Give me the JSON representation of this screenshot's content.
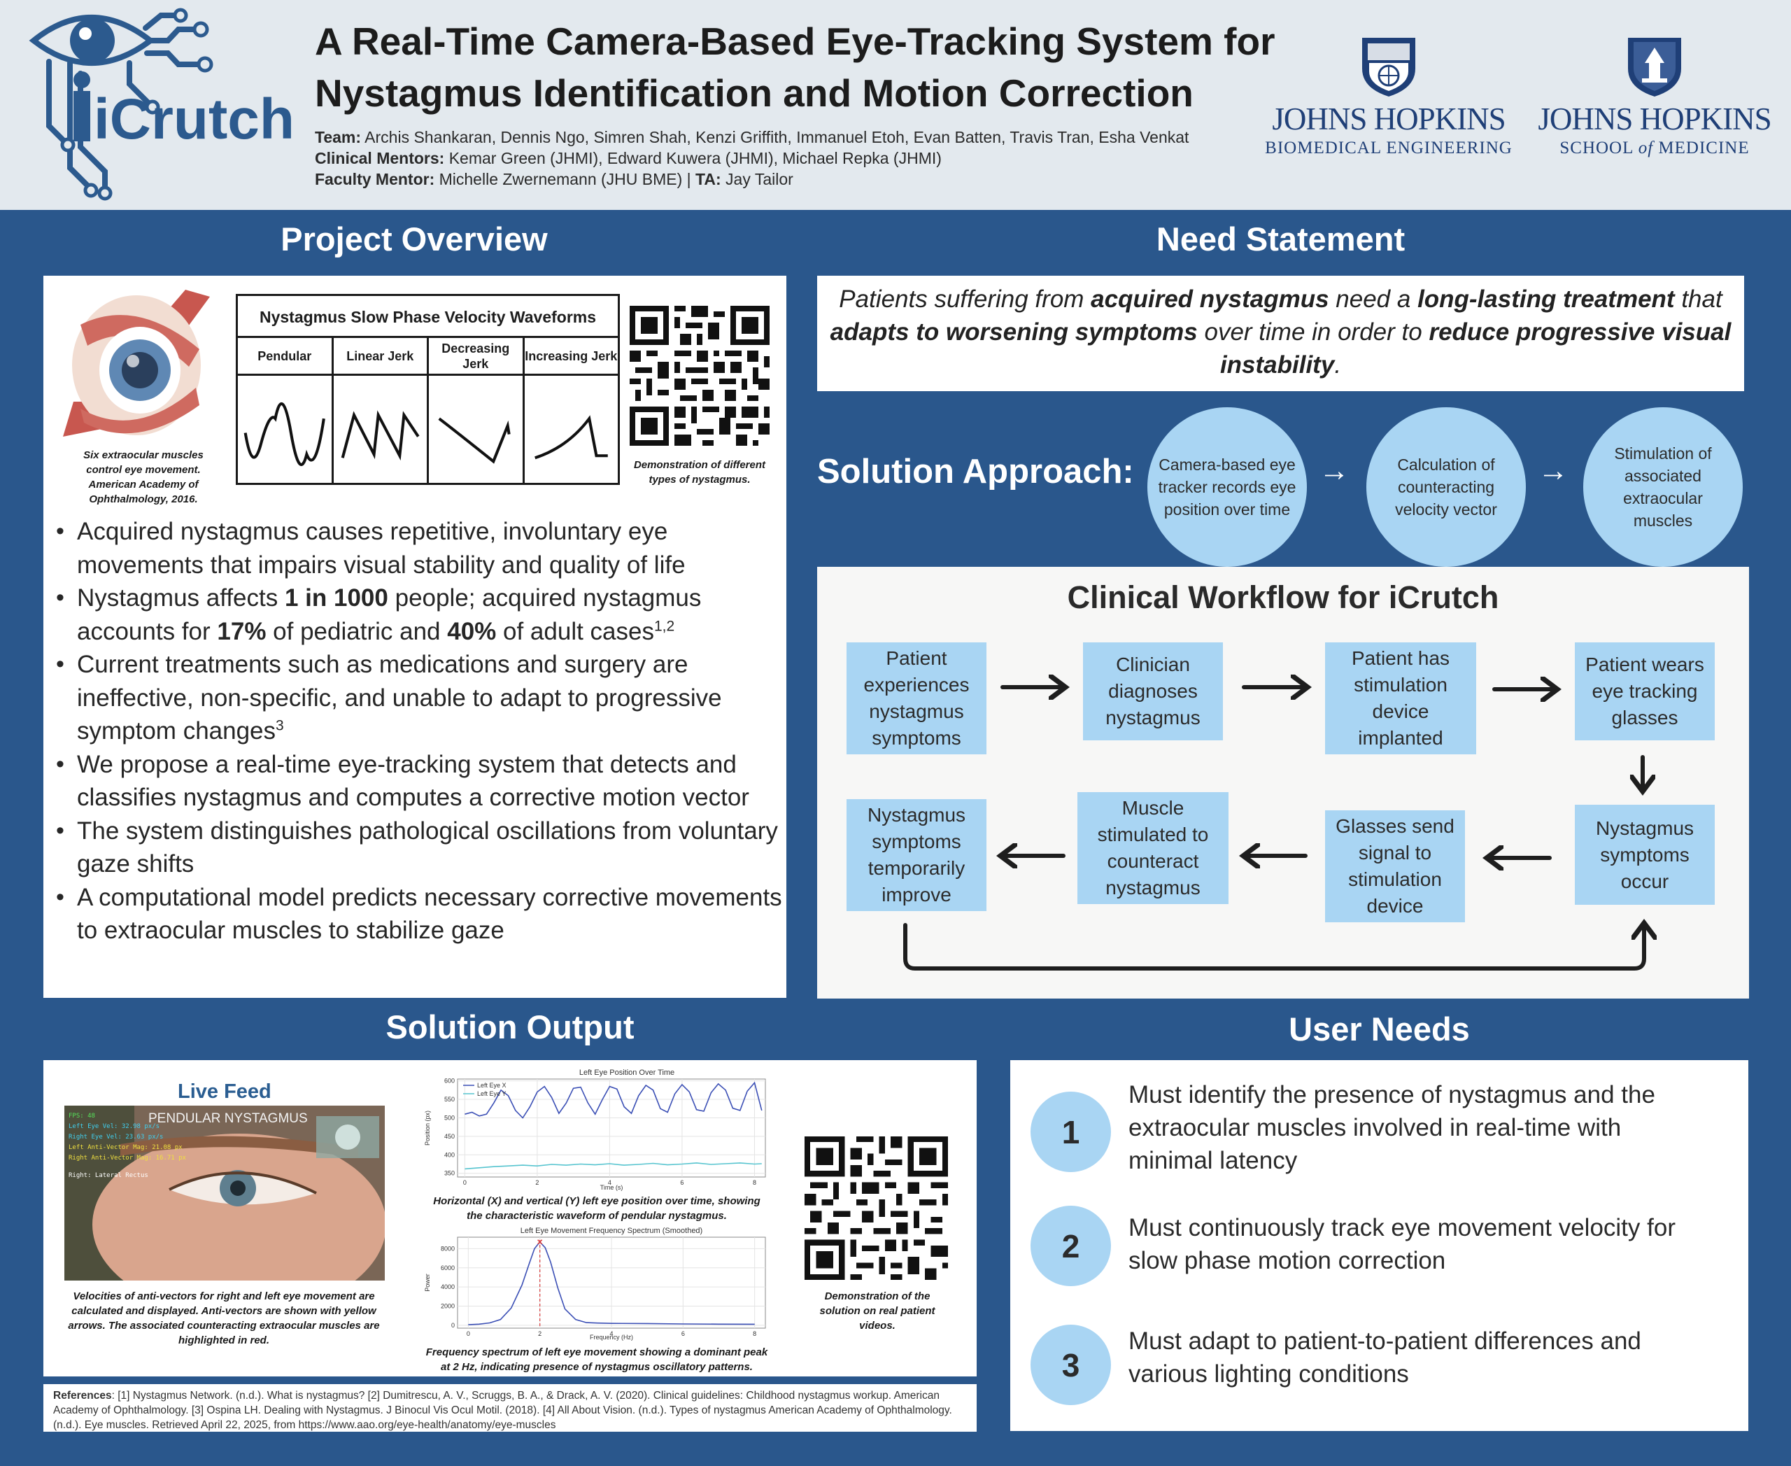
{
  "header": {
    "logo_text": "iCrutch",
    "title_line1": "A Real-Time Camera-Based Eye-Tracking System for",
    "title_line2": "Nystagmus Identification and Motion Correction",
    "team_label": "Team:",
    "team": "Archis Shankaran, Dennis Ngo, Simren Shah, Kenzi Griffith, Immanuel Etoh, Evan Batten, Travis Tran, Esha Venkat",
    "clinical_label": "Clinical Mentors:",
    "clinical": "Kemar Green (JHMI), Edward Kuwera (JHMI), Michael Repka (JHMI)",
    "faculty_label": "Faculty Mentor:",
    "faculty": "Michelle Zwernemann (JHU BME) |",
    "ta_label": "TA:",
    "ta": "Jay Tailor",
    "jh1_name": "JOHNS HOPKINS",
    "jh1_sub": "BIOMEDICAL ENGINEERING",
    "jh2_name": "JOHNS HOPKINS",
    "jh2_sub_a": "SCHOOL",
    "jh2_sub_of": "of",
    "jh2_sub_b": "MEDICINE"
  },
  "overview": {
    "heading": "Project Overview",
    "eye_caption": "Six extraocular muscles control eye movement. American Academy of Ophthalmology, 2016.",
    "waveform_title": "Nystagmus Slow Phase Velocity Waveforms",
    "waveform_types": [
      "Pendular",
      "Linear Jerk",
      "Decreasing Jerk",
      "Increasing Jerk"
    ],
    "qr_caption": "Demonstration of different types of nystagmus.",
    "bullets": {
      "b1": "Acquired nystagmus causes repetitive, involuntary eye movements that impairs visual stability and quality of life",
      "b2_a": "Nystagmus affects ",
      "b2_bold1": "1 in 1000",
      "b2_b": " people; acquired nystagmus accounts for ",
      "b2_bold2": "17%",
      "b2_c": " of pediatric and ",
      "b2_bold3": "40%",
      "b2_d": " of adult cases",
      "b2_sup": "1,2",
      "b3": "Current treatments such as medications and surgery are ineffective, non-specific, and unable to adapt to progressive symptom changes",
      "b3_sup": "3",
      "b4": "We propose a real-time eye-tracking system that detects and classifies nystagmus and computes a corrective motion vector",
      "b5": "The system distinguishes pathological oscillations from voluntary gaze shifts",
      "b6": "A computational model predicts necessary corrective movements to extraocular muscles to stabilize gaze"
    }
  },
  "need": {
    "heading": "Need Statement",
    "t1": "Patients suffering from ",
    "b1": "acquired nystagmus",
    "t2": " need a ",
    "b2": "long-lasting treatment",
    "t3": " that ",
    "b3": "adapts to worsening symptoms",
    "t4": " over time in order to ",
    "b4": "reduce progressive visual instability",
    "t5": "."
  },
  "approach": {
    "label": "Solution Approach:",
    "steps": [
      "Camera-based eye tracker records eye position over time",
      "Calculation of counteracting velocity vector",
      "Stimulation of associated extraocular muscles"
    ],
    "arrow": "→"
  },
  "workflow": {
    "title": "Clinical Workflow for iCrutch",
    "steps": [
      "Patient experiences nystagmus symptoms",
      "Clinician diagnoses nystagmus",
      "Patient has stimulation device implanted",
      "Patient wears eye tracking glasses",
      "Nystagmus symptoms occur",
      "Glasses send signal to stimulation device",
      "Muscle stimulated to counteract nystagmus",
      "Nystagmus symptoms temporarily improve"
    ]
  },
  "output": {
    "heading": "Solution Output",
    "live_title": "Live Feed",
    "overlay_label": "PENDULAR NYSTAGMUS",
    "overlay_lines": [
      "FPS: 48",
      "Left Eye Vel: 32.98 px/s",
      "Right Eye Vel: 23.63 px/s",
      "Left Anti-Vector Mag: 21.08 px",
      "Right Anti-Vector Mag: 16.71 px",
      "Right: Lateral Rectus"
    ],
    "live_caption": "Velocities of anti-vectors for right and left eye movement are calculated and displayed. Anti-vectors are shown with yellow arrows. The associated counteracting extraocular muscles are highlighted in red.",
    "plot1_caption": "Horizontal (X) and vertical (Y) left eye position over time, showing the characteristic waveform of pendular nystagmus.",
    "plot2_caption": "Frequency spectrum of left eye movement showing a dominant peak at 2 Hz, indicating presence of nystagmus oscillatory patterns.",
    "qr_caption": "Demonstration of the solution on real patient videos."
  },
  "chart_data": [
    {
      "type": "line",
      "title": "Left Eye Position Over Time",
      "xlabel": "Time (s)",
      "ylabel": "Position (px)",
      "xlim": [
        -0.2,
        8.3
      ],
      "ylim": [
        340,
        605
      ],
      "xticks": [
        0,
        2,
        4,
        6,
        8
      ],
      "yticks": [
        350,
        400,
        450,
        500,
        550,
        600
      ],
      "series": [
        {
          "name": "Left Eye X",
          "color": "#3b4fb5",
          "x": [
            0,
            0.2,
            0.4,
            0.6,
            0.8,
            1.0,
            1.2,
            1.4,
            1.6,
            1.8,
            2.0,
            2.2,
            2.4,
            2.6,
            2.8,
            3.0,
            3.2,
            3.4,
            3.6,
            3.8,
            4.0,
            4.2,
            4.4,
            4.6,
            4.8,
            5.0,
            5.2,
            5.4,
            5.6,
            5.8,
            6.0,
            6.2,
            6.4,
            6.6,
            6.8,
            7.0,
            7.2,
            7.4,
            7.6,
            7.8,
            8.0,
            8.2
          ],
          "values": [
            510,
            515,
            505,
            510,
            540,
            575,
            560,
            520,
            500,
            530,
            570,
            585,
            555,
            512,
            540,
            580,
            583,
            540,
            510,
            550,
            585,
            578,
            530,
            512,
            560,
            588,
            575,
            525,
            515,
            565,
            590,
            570,
            522,
            518,
            568,
            592,
            575,
            526,
            520,
            572,
            595,
            520
          ]
        },
        {
          "name": "Left Eye Y",
          "color": "#56c4cf",
          "x": [
            0,
            0.4,
            0.8,
            1.2,
            1.6,
            2.0,
            2.4,
            2.8,
            3.2,
            3.6,
            4.0,
            4.4,
            4.8,
            5.2,
            5.6,
            6.0,
            6.4,
            6.8,
            7.2,
            7.6,
            8.0,
            8.2
          ],
          "values": [
            362,
            365,
            368,
            370,
            372,
            370,
            374,
            372,
            375,
            373,
            376,
            372,
            374,
            377,
            373,
            375,
            378,
            374,
            376,
            378,
            375,
            376
          ]
        }
      ]
    },
    {
      "type": "line",
      "title": "Left Eye Movement Frequency Spectrum (Smoothed)",
      "xlabel": "Frequency (Hz)",
      "ylabel": "Power",
      "xlim": [
        -0.3,
        8.3
      ],
      "ylim": [
        -300,
        9200
      ],
      "xticks": [
        0,
        2,
        4,
        6,
        8
      ],
      "yticks": [
        0,
        2000,
        4000,
        6000,
        8000
      ],
      "peak_x": 2,
      "series": [
        {
          "name": "Spectrum",
          "color": "#3b4fb5",
          "x": [
            0,
            0.3,
            0.6,
            0.9,
            1.2,
            1.5,
            1.7,
            1.85,
            2.0,
            2.15,
            2.3,
            2.5,
            2.7,
            3.0,
            3.3,
            3.6,
            4.0,
            5.0,
            6.0,
            7.0,
            8.0
          ],
          "values": [
            60,
            120,
            250,
            600,
            1800,
            4200,
            6400,
            8000,
            8700,
            8100,
            6600,
            3900,
            1700,
            600,
            280,
            230,
            200,
            180,
            140,
            120,
            110
          ]
        }
      ]
    }
  ],
  "references": {
    "label": "References",
    "text": ": [1] Nystagmus Network. (n.d.). What is nystagmus? [2] Dumitrescu, A. V., Scruggs, B. A., & Drack, A. V. (2020). Clinical guidelines: Childhood nystagmus workup. American Academy of Ophthalmology. [3] Ospina LH. Dealing with Nystagmus. J Binocul Vis Ocul Motil. (2018). [4] All About Vision. (n.d.). Types of nystagmus American Academy of Ophthalmology. (n.d.). Eye muscles. Retrieved April 22, 2025, from https://www.aao.org/eye-health/anatomy/eye-muscles"
  },
  "user_needs": {
    "heading": "User Needs",
    "items": [
      {
        "num": "1",
        "text": "Must identify the presence of nystagmus and the extraocular muscles involved in real-time with minimal latency"
      },
      {
        "num": "2",
        "text": "Must continuously track eye movement velocity for slow phase motion correction"
      },
      {
        "num": "3",
        "text": "Must adapt to patient-to-patient differences and various lighting conditions"
      }
    ]
  }
}
